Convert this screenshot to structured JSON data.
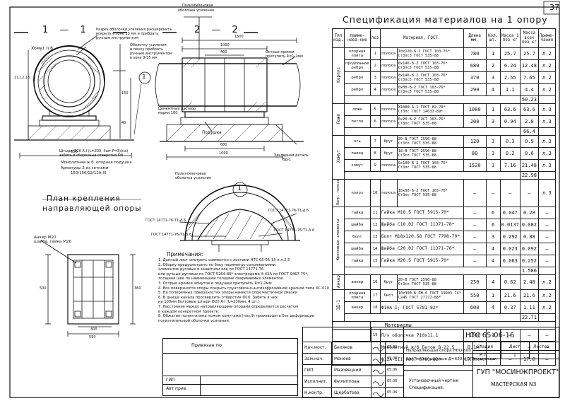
{
  "page_number": "37",
  "drawing": {
    "section_1": "1 — 1",
    "section_2": "2 — 2",
    "callout": "1",
    "plan_title_1": "План  крепления",
    "plan_title_2": "направляющей  опоры",
    "labels": {
      "insulation_1": "Полиэтиленовая",
      "insulation_2": "оболочка усиления",
      "opening_1": "Разрез оболочки усиления расширенить",
      "opening_2": "вскрыть в зоне 13 мм и прибрать",
      "opening_3": "ручным инструментом",
      "film_1": "Оболочку усиления",
      "film_2": "и пенку прибрать",
      "film_3": "ручным инструментом",
      "film_4": "в зоне 9-15 мм",
      "clamp": "Хомут п.6",
      "angle_1": "Острые кромки",
      "angle_2": "притупить R=1-2мм",
      "pad": "Подушка",
      "cement_1": "Цементный раствор",
      "cement_2": "марки 100",
      "anchor_1": "Штыри Ф20 А-I (L=200, 4шт.Р=3)(на)",
      "anchor_2": "забить в сборочные отверстия Ф8",
      "monolith": "Монолитная ж.б. опорная подушка",
      "rebar_1": "Арматуры 2-из сетками",
      "rebar_2": "150/150/12/12А-III",
      "embedded_1": "Закладная деталь",
      "embedded_2": "ЗД-1",
      "shell_1": "Полиэтиленовая",
      "shell_2": "оболочка усиления",
      "gost_1": "ГОСТ 14771-76-Т1-Δ 6",
      "gost_2": "ГОСТ 14771-76-Т1-Δ 6",
      "gost_3": "ГОСТ 14771-76-Т1-Δ 6",
      "gost_4": "ГОСТ 14771-76-Т1-Δ 6",
      "anchor_m20_1": "Анкер М20",
      "anchor_m20_2": "шайба, гайка М20"
    },
    "dims": {
      "d1500": "1500",
      "d1000a": "1000",
      "d400": "400",
      "d680": "680",
      "d1000b": "1000",
      "d650": "650",
      "d550": "550",
      "d300": "300",
      "d360": "360",
      "d500": "500",
      "d150": "150",
      "d40": "40",
      "d12": "11,12,13"
    },
    "notes_title": "Примечания:",
    "notes": [
      "1. Данный лист смотреть совместно с листами НТС 65-06-13 л.л.2,3",
      "2. Сборку предусмотреть по боку периметру сопряжениями",
      "   элементов дуговых в защитном кое по ГОСТ 14771-76",
      "   или ручные дуговых по ГОСТ 5264-80* электродами Э-42А по ГОСТ 9467-75*,",
      "   толщина шва по наименьшей толщине свариваемых элементов.",
      "3. Острые кромки хомутов и подушки притупить R=1-2мм",
      "4. Все поверхности опоры покрыть грунтовочно-антикоррозийной краской типа ХС-010",
      "5. На поперечных поверхностях опоры нанести слой мастичной смазки",
      "6. В днище канала просверлить отверстия Ф16. Забить в них",
      "   на 100мм болтовые штыри Ф20 А-I (L=230мм, 4 шт.)",
      "7. Расстояние между направляющими опорами определяется расчетом",
      "   в каждом конкретном проекте.",
      "8. Обжатие полиэтилена ножом хомутами (поз.9) производить без деформации",
      "   полиэтиленовой оболочки усиления."
    ]
  },
  "spec": {
    "title": "Спецификация  материалов  на  1  опору",
    "header": {
      "type": "Тип изд.",
      "name": "Наиме-нова-ние",
      "pos": "поз",
      "material": "Материал, ГОСТ.",
      "length": "Длина мм.",
      "qty": "Кол. шт.",
      "mass1": "Масса 1 поз кг",
      "mass_total": "Масса всех поз кг",
      "note": "Приме-чания"
    },
    "groups": {
      "korpus": "Корпус",
      "lozhe": "Ложе",
      "khomut": "Хомут",
      "napr": "Напр. полоза",
      "krep": "Крепежные элементы",
      "ankr": "Анкер",
      "zd": "ЗД-1"
    },
    "rows": [
      {
        "name": "опорная плита",
        "pos": "1",
        "kind": "полоса",
        "m1": "10х120-Б-2  ГОСТ 103-76*",
        "m2": "Ст3пс3  ГОСТ 535-88",
        "len": "780",
        "qty": "1",
        "mass1": "25.7",
        "mass": "25.7",
        "note": "л.2"
      },
      {
        "name": "продольное ребро",
        "pos": "2",
        "kind": "полоса",
        "m1": "8х146-Б-2  ГОСТ 103-76*",
        "m2": "Ст3пс5  ГОСТ 535-88",
        "len": "680",
        "qty": "2",
        "mass1": "6.24",
        "mass": "12.48",
        "note": "л.2"
      },
      {
        "name": "ребро",
        "pos": "3",
        "kind": "полоса",
        "m1": "8х146-Б-2  ГОСТ 103-76*",
        "m2": "Ст3пс5  ГОСТ 535-88",
        "len": "370",
        "qty": "3",
        "mass1": "2.55",
        "mass": "7.65",
        "note": "л.2"
      },
      {
        "name": "ребро",
        "pos": "4",
        "kind": "полоса",
        "m1": "8х80-Б-2  ГОСТ 103-76*",
        "m2": "Ст3пс5  ГОСТ 535-88",
        "len": "290",
        "qty": "4",
        "mass1": "1.1",
        "mass": "4.4",
        "note": "л.2"
      },
      {
        "name": "ложе",
        "pos": "5",
        "kind": "полоса",
        "m1": "Х1000-А-1  ГОСТ 82-70*",
        "m2": "Ст3пс  ГОСТ 14637-89*",
        "len": "1080",
        "qty": "1",
        "mass1": "63.6",
        "mass": "63.6",
        "note": "л.3"
      },
      {
        "name": "петля",
        "pos": "6",
        "kind": "полоса",
        "m1": "6х20-Б-2  ГОСТ 103-76*",
        "m2": "Ст3пс  ГОСТ 535-88",
        "len": "200",
        "qty": "3",
        "mass1": "0.94",
        "mass": "2.8",
        "note": "л.3"
      },
      {
        "name": "ось",
        "pos": "7",
        "kind": "Круг",
        "m1": "20-В  ГОСТ 2590-88",
        "m2": "Ст3сп  ГОСТ 535-88",
        "len": "120",
        "qty": "3",
        "mass1": "0.3",
        "mass": "0.9",
        "note": "л.3"
      },
      {
        "name": "палец",
        "pos": "8",
        "kind": "Круг",
        "m1": "18-В  ГОСТ 2590-88",
        "m2": "Ст3сп  ГОСТ 535-88",
        "len": "80",
        "qty": "3",
        "mass1": "0.2",
        "mass": "0.6",
        "note": "л.3"
      },
      {
        "name": "хомут",
        "pos": "9",
        "kind": "полоса",
        "m1": "6х100-Б-2  ГОСТ 103-76*",
        "m2": "Ст3пс  ГОСТ 535-88",
        "len": "1520",
        "qty": "3",
        "mass1": "7.16",
        "mass": "21.48",
        "note": "л.3"
      },
      {
        "name": "полоз",
        "pos": "10",
        "kind": "полоса",
        "m1": "10х60-Б-2  ГОСТ 103-76*",
        "m2": "Ст3пс  ГОСТ 535-88",
        "len": "—",
        "qty": "—",
        "mass1": "—",
        "mass": "—",
        "note": "л.3"
      },
      {
        "name": "гайка",
        "pos": "11",
        "kind": "",
        "m1": "Гайка  М18.5  ГОСТ 5915-70*",
        "m2": "",
        "len": "—",
        "qty": "6",
        "mass1": "0.047",
        "mass": "0.28",
        "note": "—"
      },
      {
        "name": "шайба",
        "pos": "12",
        "kind": "",
        "m1": "Шайба  С18.02  ГОСТ 11371-78*",
        "m2": "",
        "len": "—",
        "qty": "6",
        "mass1": "0.0137",
        "mass": "0.082",
        "note": "—"
      },
      {
        "name": "болт",
        "pos": "13",
        "kind": "",
        "m1": "Болт  М18х120.58  ГОСТ 7798-70*",
        "m2": "",
        "len": "—",
        "qty": "3",
        "mass1": "0.292",
        "mass": "0.88",
        "note": "—"
      },
      {
        "name": "шайба",
        "pos": "14",
        "kind": "",
        "m1": "Шайба  С20.02  ГОСТ 11371-78*",
        "m2": "",
        "len": "—",
        "qty": "4",
        "mass1": "0.023",
        "mass": "0.092",
        "note": "—"
      },
      {
        "name": "гайка",
        "pos": "15",
        "kind": "",
        "m1": "Гайка  М20.5  ГОСТ 5915-70*",
        "m2": "",
        "len": "—",
        "qty": "4",
        "mass1": "0.063",
        "mass": "0.252",
        "note": "—"
      },
      {
        "name": "анкер",
        "pos": "16",
        "kind": "Круг",
        "m1": "20-В  ГОСТ 2590-88",
        "m2": "Ст3сп  ГОСТ 535-88",
        "len": "250",
        "qty": "4",
        "mass1": "0.62",
        "mass": "2.48",
        "note": "л.2"
      },
      {
        "name": "опорная плита",
        "pos": "17",
        "kind": "Лист",
        "m1": "10х300-Б-ПН-0  ГОСТ 19903-74*",
        "m2": "С245  ГОСТ 27772-88*",
        "len": "550",
        "qty": "1",
        "mass1": "21.6",
        "mass": "21.6",
        "note": "л.2"
      },
      {
        "name": "анкер",
        "pos": "18",
        "kind": "",
        "m1": "Ф10А-I;  ГОСТ 5781-82*",
        "m2": "",
        "len": "600",
        "qty": "4",
        "mass1": "0.37",
        "mass": "1.11",
        "note": "л.2"
      },
      {
        "name": "",
        "pos": "19",
        "kind": "",
        "m1": "П/э оболочка 710х11.1",
        "m2": "",
        "len": "1500",
        "qty": "1",
        "mass1": "—",
        "mass": "—",
        "note": "—"
      },
      {
        "name": "",
        "pos": "",
        "kind": "",
        "m1": "Монолитный ж/б  Бетон В-22.5",
        "m2": "",
        "len": "0.1м³",
        "qty": "",
        "mass1": "—",
        "mass": "—",
        "note": "—"
      },
      {
        "name": "",
        "pos": "",
        "kind": "",
        "m1": "Ф12А-III  ГОСТ 5781-82*",
        "m2": "",
        "len": "19.0п.м.",
        "qty": "—",
        "mass1": "—",
        "mass": "17.0",
        "note": "—"
      }
    ],
    "totals": {
      "korpus": "50.23",
      "lozhe": "66.4",
      "khomut": "22.98",
      "krep": "1.586",
      "zd": "22.71"
    },
    "materials_label": "Материалы"
  },
  "stamp": {
    "linked_to": "Привязан по",
    "gip_label": "ГИП",
    "author_label": "Авт прив.",
    "doc_code": "НТС 65-06-16",
    "roles": [
      {
        "role": "Нач.мост.",
        "name": "Беляков"
      },
      {
        "role": "Зам.нач.",
        "name": "Монеев"
      },
      {
        "role": "ГИП",
        "name": "Мазовецкий"
      },
      {
        "role": "Исполнит.",
        "name": "Филиппова"
      },
      {
        "role": "Н.контр.",
        "name": "Щербатова"
      }
    ],
    "dates": [
      "05.06",
      "05.06",
      "05.06",
      "05.06",
      "05.06"
    ],
    "desc_1": "Направляющая опора НПО-500",
    "desc_2": "для теплопроводов Д=630 в ППУ изоляции",
    "desc_3": "Установочный чертеж",
    "desc_4": "Спецификация.",
    "stage_label": "Стадия",
    "sheet_label": "Лист",
    "sheets_label": "Листов",
    "stage": "Р.П.",
    "sheet": "1",
    "org": "ГУП \"МОСИНЖПРОЕКТ\"",
    "workshop": "МАСТЕРСКАЯ N3"
  }
}
